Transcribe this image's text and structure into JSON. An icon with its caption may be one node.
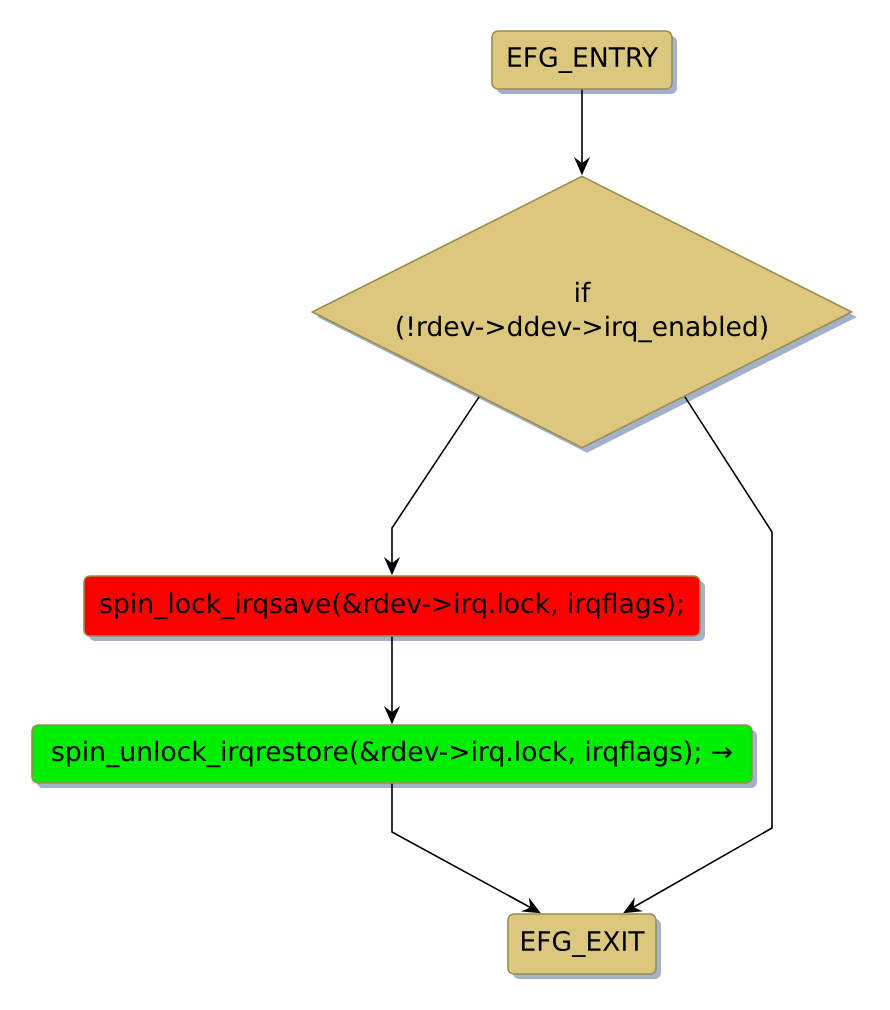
{
  "diagram": {
    "nodes": [
      {
        "text": [
          "EFG_ENTRY"
        ]
      },
      {
        "text": [
          "if (!rdev->ddev->irq_enabled)"
        ]
      },
      {
        "text": [
          "spin_lock_irqsave(&rdev->irq.lock, irqflags);"
        ]
      },
      {
        "text": [
          "spin_unlock_irqrestore(&rdev->irq.lock, irqflags); →"
        ]
      },
      {
        "text": [
          "EFG_EXIT"
        ]
      }
    ],
    "edges": [
      {
        "from": 0,
        "to": 1,
        "arrow": "to"
      },
      {
        "from": 1,
        "to": 2,
        "arrow": "to"
      },
      {
        "from": 1,
        "to": 4,
        "arrow": "to"
      },
      {
        "from": 2,
        "to": 3,
        "arrow": "to"
      },
      {
        "from": 3,
        "to": 4,
        "arrow": "to"
      }
    ]
  }
}
